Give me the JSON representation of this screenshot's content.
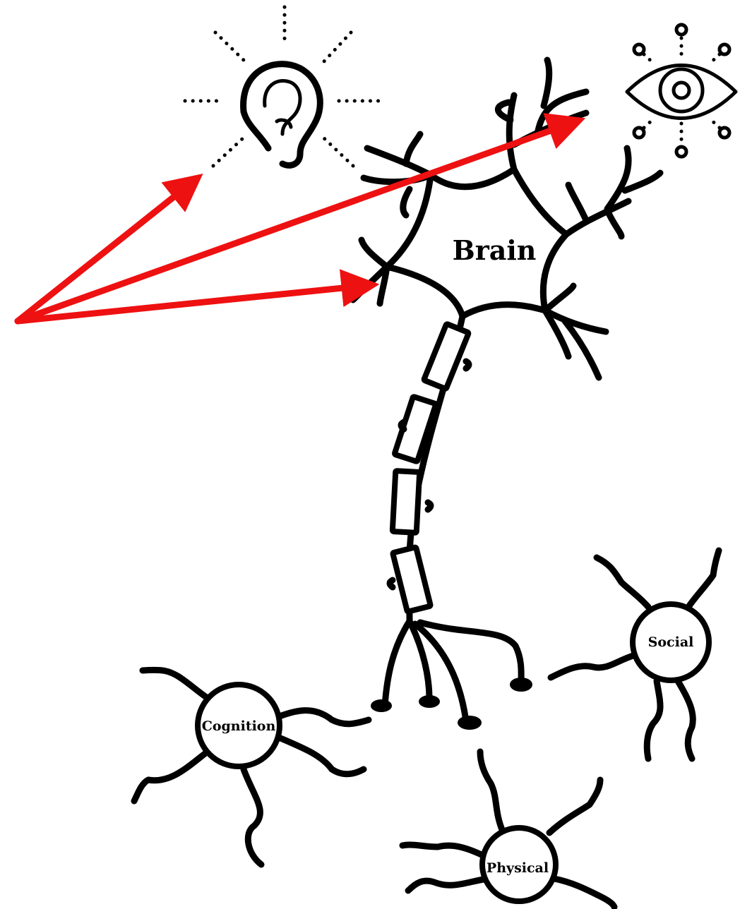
{
  "labels": {
    "brain": "Brain",
    "cognition": "Cognition",
    "social": "Social",
    "physical": "Physical"
  },
  "icons": {
    "hearing": "ear-icon",
    "vision": "eye-icon"
  },
  "colors": {
    "arrow": "#ee1111",
    "ink": "#000000",
    "background": "#ffffff"
  }
}
